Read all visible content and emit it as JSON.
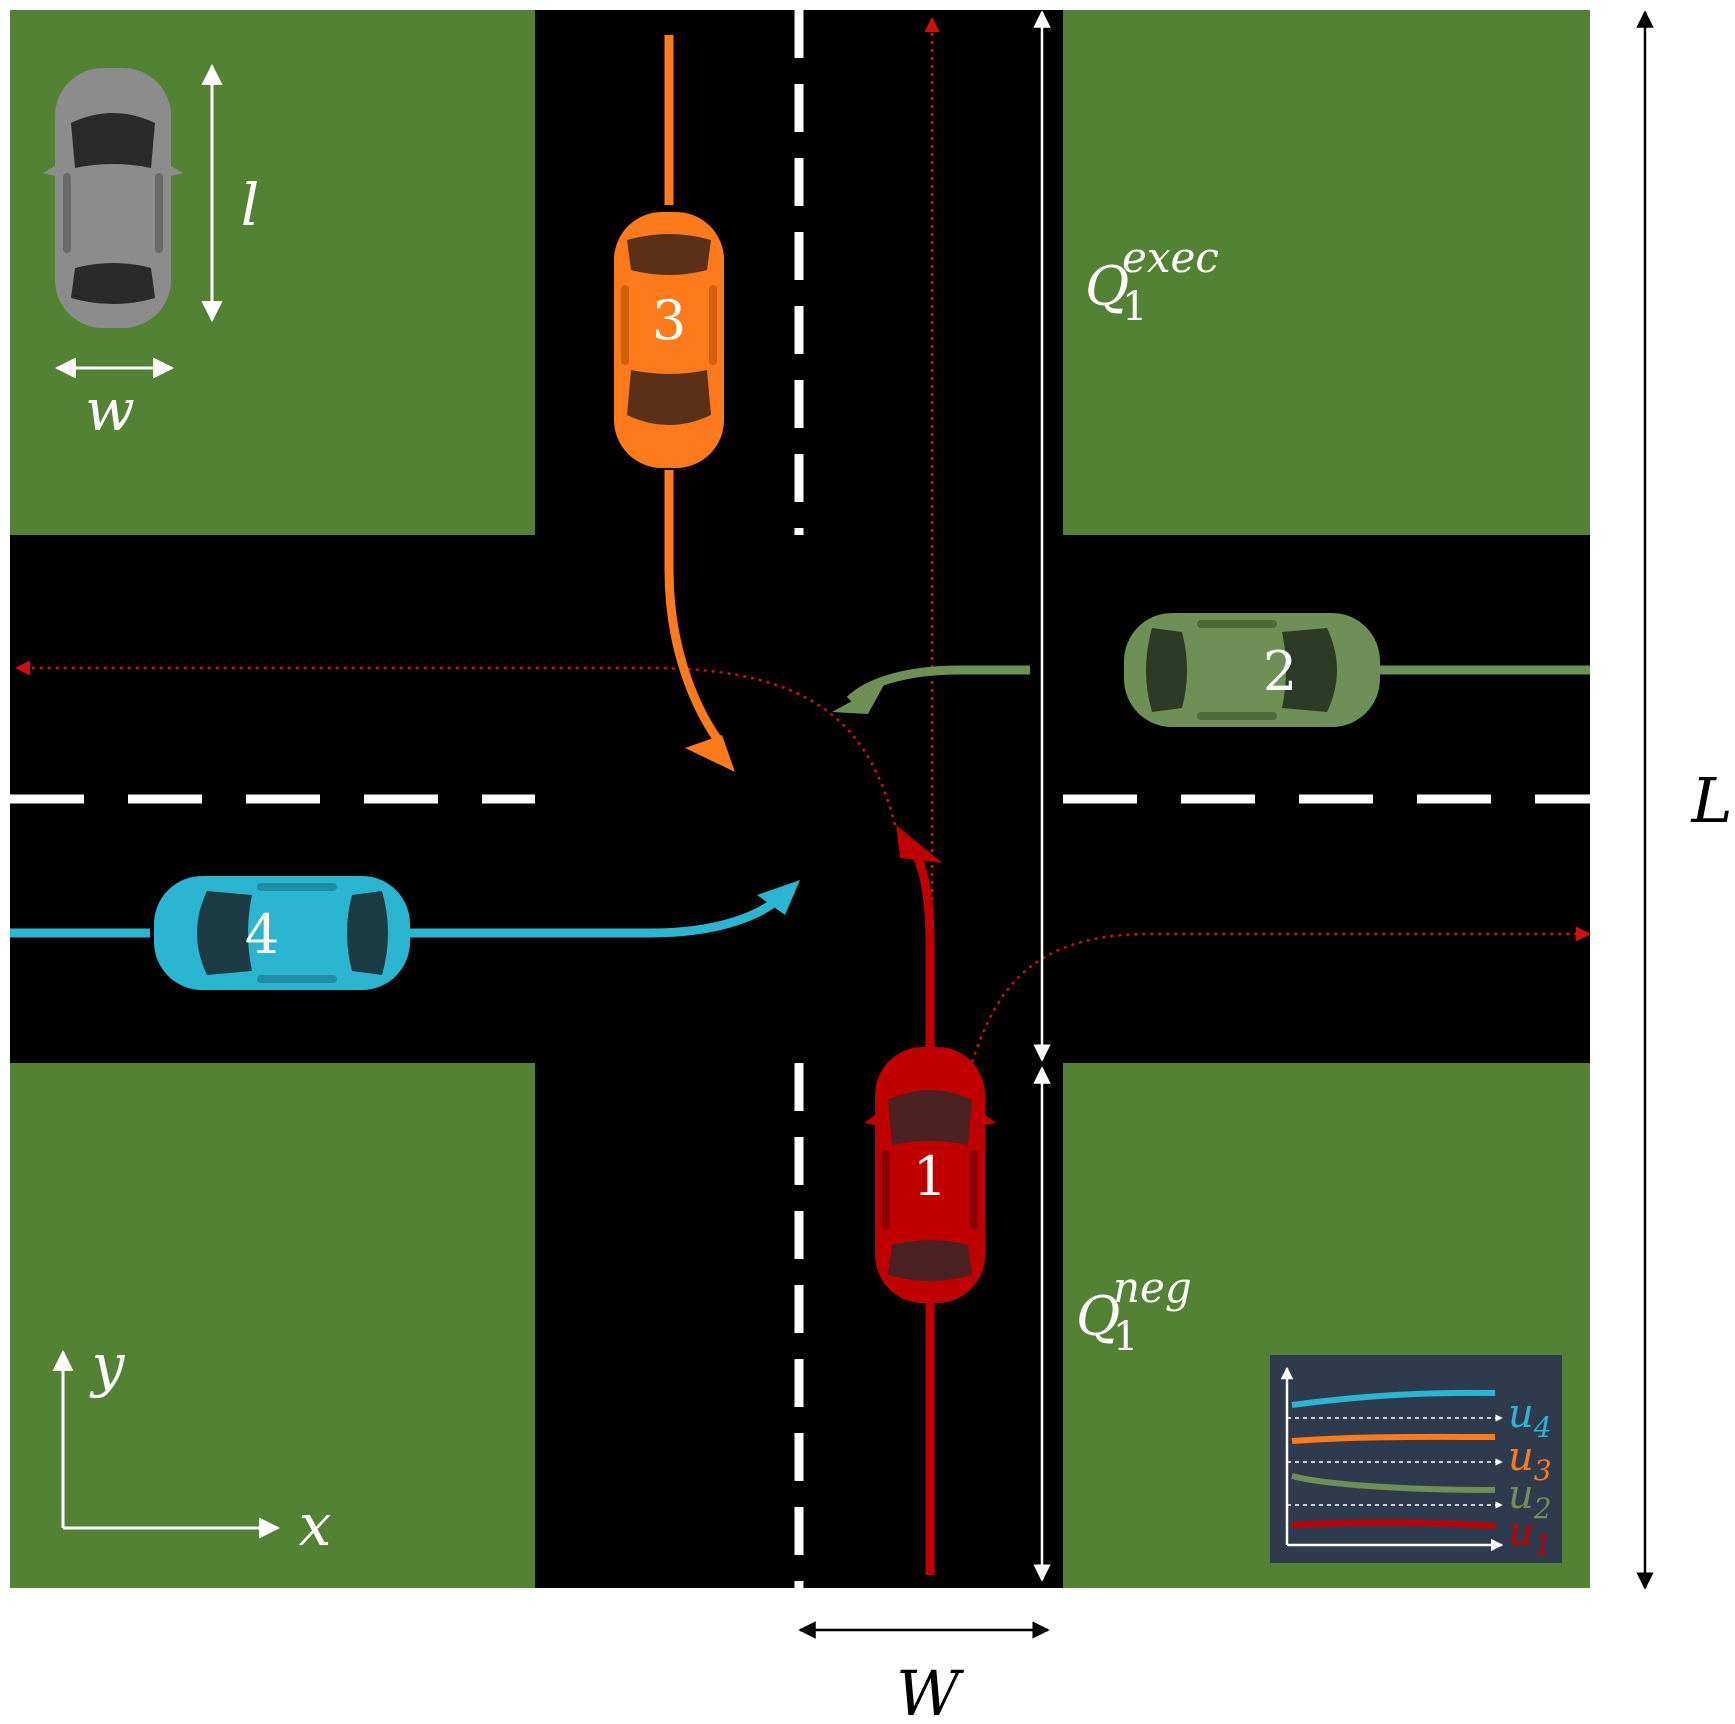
{
  "colors": {
    "grass": "#548235",
    "road": "#000000",
    "lane_marking": "#ffffff",
    "vehicle_1": "#c00000",
    "vehicle_2": "#6e8f55",
    "vehicle_3": "#ff7a1a",
    "vehicle_4": "#2ab5d0",
    "reference_vehicle": "#8c8c8c",
    "inset_bg": "#2e3b4e"
  },
  "dimensions": {
    "car_length": "l",
    "car_width": "w",
    "road_width": "W",
    "map_length": "L"
  },
  "regions": {
    "exec": {
      "base": "Q",
      "sub": "1",
      "sup": "exec"
    },
    "neg": {
      "base": "Q",
      "sub": "1",
      "sup": "neg"
    }
  },
  "axes": {
    "x": "x",
    "y": "y"
  },
  "vehicles": [
    {
      "id": "1",
      "color_key": "vehicle_1",
      "heading": "north"
    },
    {
      "id": "2",
      "color_key": "vehicle_2",
      "heading": "west"
    },
    {
      "id": "3",
      "color_key": "vehicle_3",
      "heading": "south"
    },
    {
      "id": "4",
      "color_key": "vehicle_4",
      "heading": "east"
    }
  ],
  "inset": {
    "series": [
      {
        "base": "u",
        "sub": "4",
        "color_key": "vehicle_4"
      },
      {
        "base": "u",
        "sub": "3",
        "color_key": "vehicle_3"
      },
      {
        "base": "u",
        "sub": "2",
        "color_key": "vehicle_2"
      },
      {
        "base": "u",
        "sub": "1",
        "color_key": "vehicle_1"
      }
    ]
  }
}
